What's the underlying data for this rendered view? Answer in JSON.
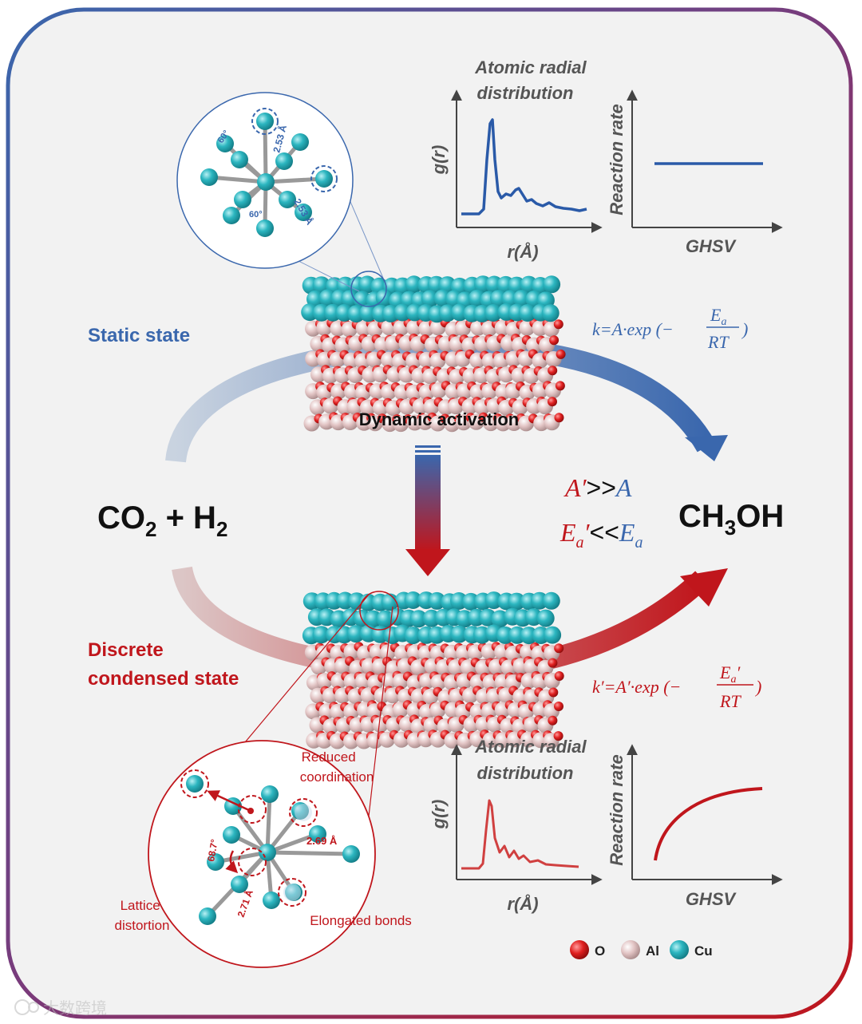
{
  "colors": {
    "blue": "#3a67ad",
    "red": "#c0161c",
    "cu": "#2cb6c0",
    "al": "#e2c4c4",
    "o": "#e02020",
    "panel": "#f2f2f2"
  },
  "top": {
    "state_label": "Static state",
    "rate_eq": {
      "k": "k=A·exp (−",
      "num": "E",
      "num_sub": "a",
      "den": "RT",
      "close": ")"
    },
    "rdf_title": "Atomic radial distribution",
    "rdf_title_l1": "Atomic radial",
    "rdf_title_l2": "distribution",
    "rdf_ylabel": "g(r)",
    "rdf_xlabel": "r(Å)",
    "rate_ylabel": "Reaction rate",
    "rate_xlabel": "GHSV",
    "zoom_labels": {
      "angle1": "60°",
      "angle2": "60°",
      "bond1": "2.53 Å",
      "bond2": "2.53 Å"
    }
  },
  "middle": {
    "transition_label": "Dynamic activation",
    "reactants": {
      "co": "CO",
      "co_sub": "2",
      "plus": " + H",
      "h_sub": "2"
    },
    "product": {
      "ch": "CH",
      "ch_sub": "3",
      "oh": "OH"
    },
    "compare1": {
      "left": "A′",
      "op": ">>",
      "right": "A"
    },
    "compare2": {
      "left": "E",
      "left_sub": "a",
      "left_prime": "′",
      "op": "<<",
      "right": "E",
      "right_sub": "a"
    }
  },
  "bottom": {
    "state_label_l1": "Discrete",
    "state_label_l2": "condensed state",
    "rate_eq": {
      "k": "k′=A′·exp (−",
      "num": "E",
      "num_sub": "a",
      "num_prime": "′",
      "den": "RT",
      "close": ")"
    },
    "rdf_title_l1": "Atomic radial",
    "rdf_title_l2": "distribution",
    "rdf_ylabel": "g(r)",
    "rdf_xlabel": "r(Å)",
    "rate_ylabel": "Reaction rate",
    "rate_xlabel": "GHSV",
    "zoom_labels": {
      "reduced_l1": "Reduced",
      "reduced_l2": "coordination",
      "angle": "68.7°",
      "bond1": "2.69 Å",
      "bond2": "2.71 Å",
      "lattice_l1": "Lattice",
      "lattice_l2": "distortion",
      "elongated": "Elongated bonds"
    }
  },
  "legend": [
    {
      "label": "O",
      "icon": "oxygen-atom-icon"
    },
    {
      "label": "Al",
      "icon": "aluminum-atom-icon"
    },
    {
      "label": "Cu",
      "icon": "copper-atom-icon"
    }
  ],
  "watermark": "大数跨境"
}
